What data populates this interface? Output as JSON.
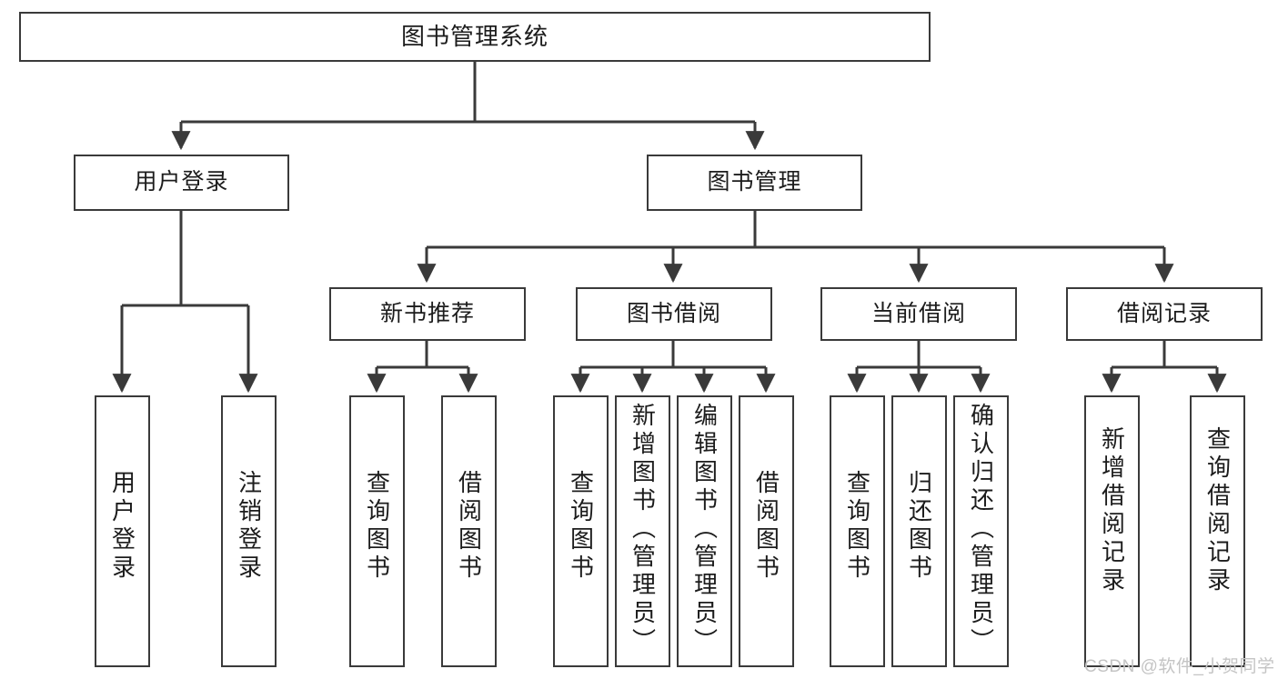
{
  "diagram": {
    "title": "图书管理系统",
    "type": "tree-hierarchy",
    "watermark": "CSDN @软件_小贺同学",
    "colors": {
      "box_border": "#3a3a3a",
      "box_fill": "#ffffff",
      "edge": "#3a3a3a",
      "text": "#1c1c1c",
      "watermark": "#c4c4c4",
      "background": "#ffffff"
    },
    "nodes": {
      "root": {
        "label": "图书管理系统"
      },
      "level1": [
        {
          "id": "user-login",
          "label": "用户登录"
        },
        {
          "id": "book-manage",
          "label": "图书管理"
        }
      ],
      "level2": [
        {
          "id": "new-book-recommend",
          "label": "新书推荐"
        },
        {
          "id": "book-borrow",
          "label": "图书借阅"
        },
        {
          "id": "current-borrow",
          "label": "当前借阅"
        },
        {
          "id": "borrow-record",
          "label": "借阅记录"
        }
      ],
      "leaves": {
        "user-login": [
          {
            "id": "user-login-leaf",
            "label": "用户登录"
          },
          {
            "id": "logout-leaf",
            "label": "注销登录"
          }
        ],
        "new-book-recommend": [
          {
            "id": "query-book-1",
            "label": "查询图书"
          },
          {
            "id": "borrow-book-1",
            "label": "借阅图书"
          }
        ],
        "book-borrow": [
          {
            "id": "query-book-2",
            "label": "查询图书"
          },
          {
            "id": "add-book",
            "label": "新增图书（管理员）"
          },
          {
            "id": "edit-book",
            "label": "编辑图书（管理员）"
          },
          {
            "id": "borrow-book-2",
            "label": "借阅图书"
          }
        ],
        "current-borrow": [
          {
            "id": "query-book-3",
            "label": "查询图书"
          },
          {
            "id": "return-book",
            "label": "归还图书"
          },
          {
            "id": "confirm-return",
            "label": "确认归还（管理员）"
          }
        ],
        "borrow-record": [
          {
            "id": "add-record",
            "label": "新增借阅记录"
          },
          {
            "id": "query-record",
            "label": "查询借阅记录"
          }
        ]
      }
    }
  }
}
